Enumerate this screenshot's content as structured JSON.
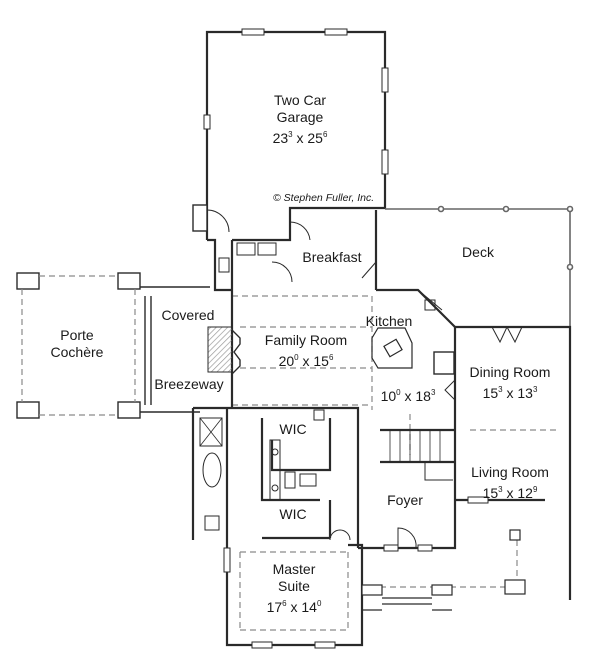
{
  "plan": {
    "copyright": "© Stephen Fuller, Inc.",
    "rooms": [
      {
        "id": "garage",
        "name_lines": [
          "Two Car",
          "Garage"
        ],
        "dims": {
          "w": "23",
          "w_in": "3",
          "d": "25",
          "d_in": "6"
        }
      },
      {
        "id": "breakfast",
        "name_lines": [
          "Breakfast"
        ]
      },
      {
        "id": "deck",
        "name_lines": [
          "Deck"
        ]
      },
      {
        "id": "porte-cochere",
        "name_lines": [
          "Porte",
          "Cochère"
        ]
      },
      {
        "id": "covered",
        "name_lines": [
          "Covered"
        ]
      },
      {
        "id": "breezeway",
        "name_lines": [
          "Breezeway"
        ]
      },
      {
        "id": "family-room",
        "name_lines": [
          "Family Room"
        ],
        "dims": {
          "w": "20",
          "w_in": "0",
          "d": "15",
          "d_in": "6"
        }
      },
      {
        "id": "kitchen",
        "name_lines": [
          "Kitchen"
        ],
        "dims": {
          "w": "10",
          "w_in": "0",
          "d": "18",
          "d_in": "3"
        }
      },
      {
        "id": "dining-room",
        "name_lines": [
          "Dining Room"
        ],
        "dims": {
          "w": "15",
          "w_in": "3",
          "d": "13",
          "d_in": "3"
        }
      },
      {
        "id": "living-room",
        "name_lines": [
          "Living Room"
        ],
        "dims": {
          "w": "15",
          "w_in": "3",
          "d": "12",
          "d_in": "9"
        }
      },
      {
        "id": "wic-1",
        "name_lines": [
          "WIC"
        ]
      },
      {
        "id": "wic-2",
        "name_lines": [
          "WIC"
        ]
      },
      {
        "id": "foyer",
        "name_lines": [
          "Foyer"
        ]
      },
      {
        "id": "master-suite",
        "name_lines": [
          "Master",
          "Suite"
        ],
        "dims": {
          "w": "17",
          "w_in": "6",
          "d": "14",
          "d_in": "0"
        }
      }
    ],
    "colors": {
      "wall": "#2a2a2a",
      "dashed": "#8a8a8a",
      "hatch": "#bbbbbb",
      "background": "#ffffff"
    }
  }
}
